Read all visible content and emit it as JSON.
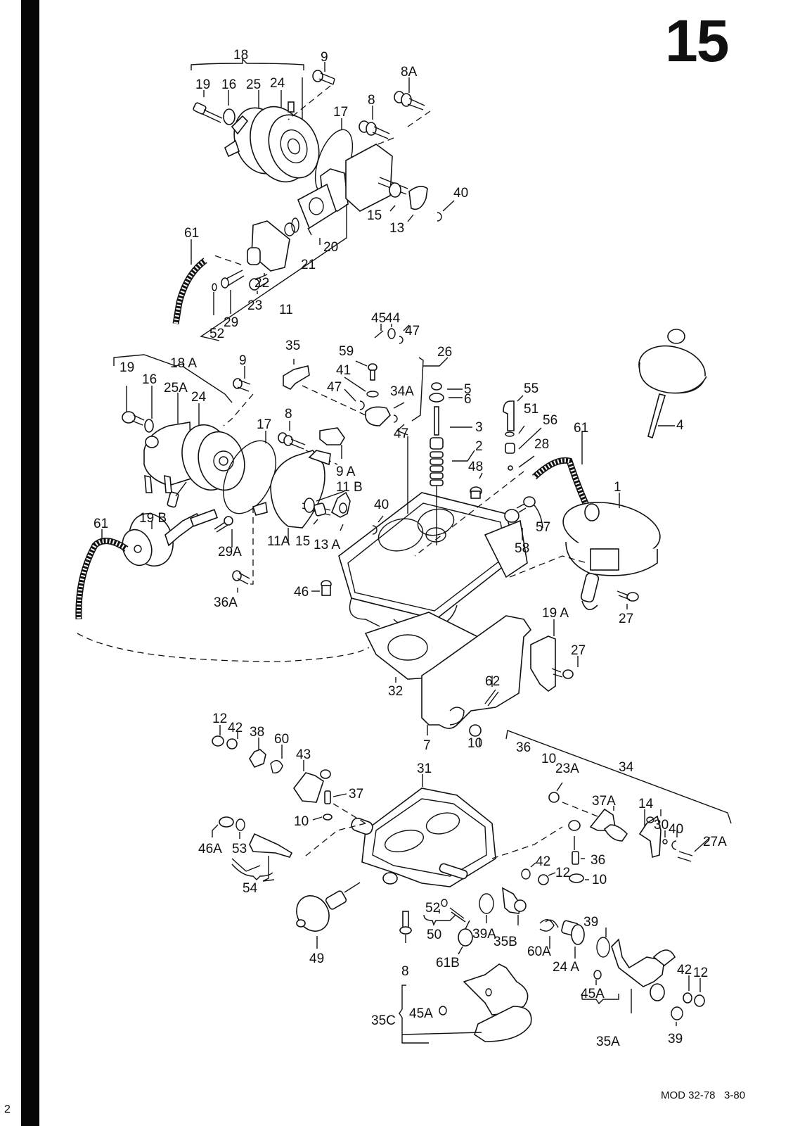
{
  "page": {
    "title": "15",
    "page_number": "2",
    "footer": "MOD 32-78   3-80"
  },
  "diagram": {
    "type": "exploded parts diagram",
    "subject": "carburetor",
    "callouts": [
      {
        "id": "c18",
        "text": "18"
      },
      {
        "id": "c9a",
        "text": "9"
      },
      {
        "id": "c8A",
        "text": "8A"
      },
      {
        "id": "c19a",
        "text": "19"
      },
      {
        "id": "c16a",
        "text": "16"
      },
      {
        "id": "c25",
        "text": "25"
      },
      {
        "id": "c24a",
        "text": "24"
      },
      {
        "id": "c8a",
        "text": "8"
      },
      {
        "id": "c17a",
        "text": "17"
      },
      {
        "id": "c15a",
        "text": "15"
      },
      {
        "id": "c13",
        "text": "13"
      },
      {
        "id": "c40a",
        "text": "40"
      },
      {
        "id": "c61a",
        "text": "61"
      },
      {
        "id": "c21",
        "text": "21"
      },
      {
        "id": "c20",
        "text": "20"
      },
      {
        "id": "c22",
        "text": "22"
      },
      {
        "id": "c23",
        "text": "23"
      },
      {
        "id": "c11",
        "text": "11"
      },
      {
        "id": "c52a",
        "text": "52"
      },
      {
        "id": "c29",
        "text": "29"
      },
      {
        "id": "c45a",
        "text": "45"
      },
      {
        "id": "c44",
        "text": "44"
      },
      {
        "id": "c47a",
        "text": "47"
      },
      {
        "id": "c35",
        "text": "35"
      },
      {
        "id": "c59",
        "text": "59"
      },
      {
        "id": "c26",
        "text": "26"
      },
      {
        "id": "c41",
        "text": "41"
      },
      {
        "id": "c47b",
        "text": "47"
      },
      {
        "id": "c34A",
        "text": "34A"
      },
      {
        "id": "c47c",
        "text": "47"
      },
      {
        "id": "c5",
        "text": "5"
      },
      {
        "id": "c6",
        "text": "6"
      },
      {
        "id": "c3",
        "text": "3"
      },
      {
        "id": "c2",
        "text": "2"
      },
      {
        "id": "c55",
        "text": "55"
      },
      {
        "id": "c51",
        "text": "51"
      },
      {
        "id": "c56",
        "text": "56"
      },
      {
        "id": "c28",
        "text": "28"
      },
      {
        "id": "c61b",
        "text": "61"
      },
      {
        "id": "c48",
        "text": "48"
      },
      {
        "id": "c4",
        "text": "4"
      },
      {
        "id": "c1",
        "text": "1"
      },
      {
        "id": "c57",
        "text": "57"
      },
      {
        "id": "c58",
        "text": "58"
      },
      {
        "id": "c18A",
        "text": "18 A"
      },
      {
        "id": "c19b",
        "text": "19"
      },
      {
        "id": "c16b",
        "text": "16"
      },
      {
        "id": "c25A",
        "text": "25A"
      },
      {
        "id": "c24b",
        "text": "24"
      },
      {
        "id": "c9b",
        "text": "9"
      },
      {
        "id": "c8b",
        "text": "8"
      },
      {
        "id": "c17b",
        "text": "17"
      },
      {
        "id": "c9A",
        "text": "9 A"
      },
      {
        "id": "c11B",
        "text": "11 B"
      },
      {
        "id": "c40b",
        "text": "40"
      },
      {
        "id": "c11A",
        "text": "11A"
      },
      {
        "id": "c15b",
        "text": "15"
      },
      {
        "id": "c13A",
        "text": "13 A"
      },
      {
        "id": "c61c",
        "text": "61"
      },
      {
        "id": "c19B",
        "text": "19 B"
      },
      {
        "id": "c29A",
        "text": "29A"
      },
      {
        "id": "c46",
        "text": "46"
      },
      {
        "id": "c36A",
        "text": "36A"
      },
      {
        "id": "c27a",
        "text": "27"
      },
      {
        "id": "c19A",
        "text": "19 A"
      },
      {
        "id": "c27b",
        "text": "27"
      },
      {
        "id": "c32",
        "text": "32"
      },
      {
        "id": "c62",
        "text": "62"
      },
      {
        "id": "c7",
        "text": "7"
      },
      {
        "id": "c10a",
        "text": "10"
      },
      {
        "id": "c12a",
        "text": "12"
      },
      {
        "id": "c42a",
        "text": "42"
      },
      {
        "id": "c38",
        "text": "38"
      },
      {
        "id": "c60",
        "text": "60"
      },
      {
        "id": "c43",
        "text": "43"
      },
      {
        "id": "c37",
        "text": "37"
      },
      {
        "id": "c10b",
        "text": "10"
      },
      {
        "id": "c31",
        "text": "31"
      },
      {
        "id": "c36",
        "text": "36"
      },
      {
        "id": "c10c",
        "text": "10"
      },
      {
        "id": "c23A",
        "text": "23A"
      },
      {
        "id": "c34",
        "text": "34"
      },
      {
        "id": "c37A",
        "text": "37A"
      },
      {
        "id": "c14",
        "text": "14"
      },
      {
        "id": "c30",
        "text": "30"
      },
      {
        "id": "c40c",
        "text": "40"
      },
      {
        "id": "c27A",
        "text": "27A"
      },
      {
        "id": "c46A",
        "text": "46A"
      },
      {
        "id": "c53",
        "text": "53"
      },
      {
        "id": "c54",
        "text": "54"
      },
      {
        "id": "c42b",
        "text": "42"
      },
      {
        "id": "c12b",
        "text": "12"
      },
      {
        "id": "c36b",
        "text": "36"
      },
      {
        "id": "c10d",
        "text": "10"
      },
      {
        "id": "c49",
        "text": "49"
      },
      {
        "id": "c8c",
        "text": "8"
      },
      {
        "id": "c52b",
        "text": "52"
      },
      {
        "id": "c50",
        "text": "50"
      },
      {
        "id": "c39A",
        "text": "39A"
      },
      {
        "id": "c35B",
        "text": "35B"
      },
      {
        "id": "c61B",
        "text": "61B"
      },
      {
        "id": "c60A",
        "text": "60A"
      },
      {
        "id": "c24A",
        "text": "24 A"
      },
      {
        "id": "c39a",
        "text": "39"
      },
      {
        "id": "c42c",
        "text": "42"
      },
      {
        "id": "c12c",
        "text": "12"
      },
      {
        "id": "c45Aa",
        "text": "45A"
      },
      {
        "id": "c35A",
        "text": "35A"
      },
      {
        "id": "c39b",
        "text": "39"
      },
      {
        "id": "c35C",
        "text": "35C"
      },
      {
        "id": "c45Ab",
        "text": "45A"
      }
    ]
  }
}
